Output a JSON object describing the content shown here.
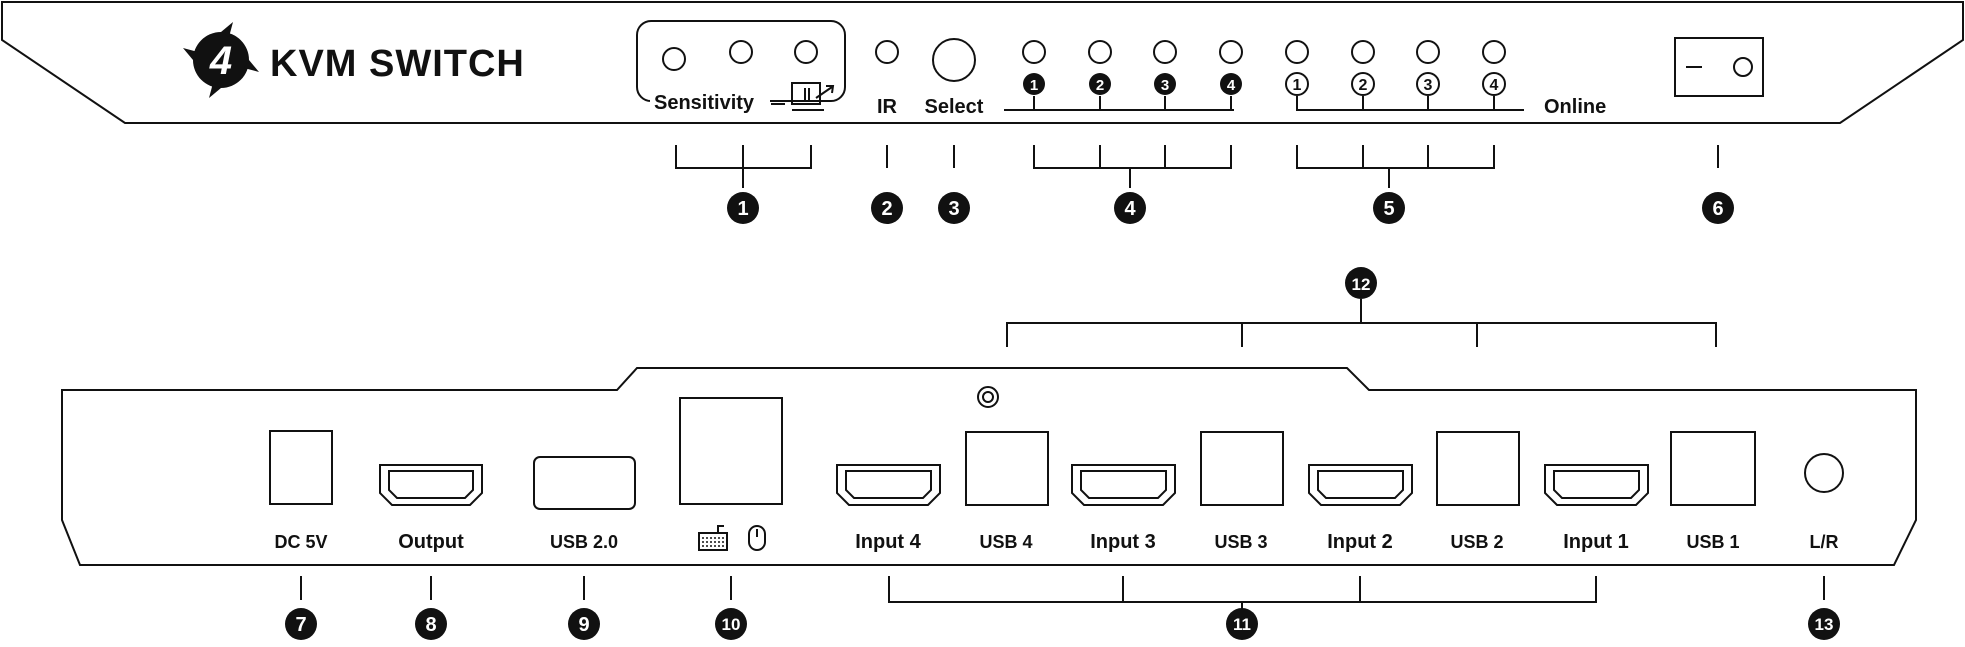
{
  "front_panel": {
    "title": "KVM SWITCH",
    "logo_digit": "4",
    "sensitivity_label": "Sensitivity",
    "ir_label": "IR",
    "select_label": "Select",
    "online_label": "Online",
    "port_leds": [
      "1",
      "2",
      "3",
      "4"
    ],
    "online_leds": [
      "1",
      "2",
      "3",
      "4"
    ],
    "icons": [
      "monitor-cursor-icon",
      "power-switch-icon"
    ]
  },
  "rear_panel": {
    "ports": [
      {
        "label": "DC 5V"
      },
      {
        "label": "Output"
      },
      {
        "label": "USB 2.0"
      },
      {
        "label": ""
      },
      {
        "label": "Input 4"
      },
      {
        "label": "USB 4"
      },
      {
        "label": "Input 3"
      },
      {
        "label": "USB 3"
      },
      {
        "label": "Input 2"
      },
      {
        "label": "USB 2"
      },
      {
        "label": "Input 1"
      },
      {
        "label": "USB 1"
      },
      {
        "label": "L/R"
      }
    ],
    "icons": [
      "keyboard-icon",
      "mouse-icon",
      "screw-icon"
    ]
  },
  "callouts": [
    "1",
    "2",
    "3",
    "4",
    "5",
    "6",
    "7",
    "8",
    "9",
    "10",
    "11",
    "12",
    "13"
  ]
}
